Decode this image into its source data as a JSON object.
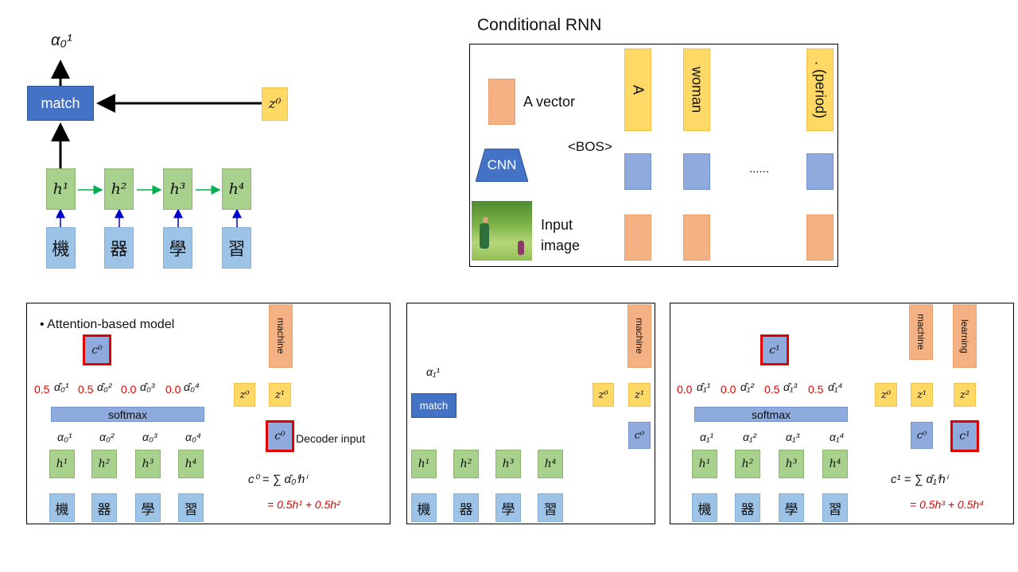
{
  "top_left": {
    "alpha_label": "α₀¹",
    "match_label": "match",
    "z_label": "z⁰",
    "h_labels": [
      "h¹",
      "h²",
      "h³",
      "h⁴"
    ],
    "chars": [
      "機",
      "器",
      "學",
      "習"
    ]
  },
  "conditional_rnn": {
    "title": "Conditional RNN",
    "vector_label": "A vector",
    "cnn_label": "CNN",
    "input_label_1": "Input",
    "input_label_2": "image",
    "bos_label": "<BOS>",
    "dots": "......",
    "words": [
      "A",
      "woman",
      ". (period)"
    ]
  },
  "panel_attention": {
    "bullet_title": "• Attention-based model",
    "c_label": "c⁰",
    "weights": [
      "0.5",
      "0.5",
      "0.0",
      "0.0"
    ],
    "alpha_hat": [
      "α̂₀¹",
      "α̂₀²",
      "α̂₀³",
      "α̂₀⁴"
    ],
    "softmax_label": "softmax",
    "alphas": [
      "α₀¹",
      "α₀²",
      "α₀³",
      "α₀⁴"
    ],
    "h_labels": [
      "h¹",
      "h²",
      "h³",
      "h⁴"
    ],
    "chars": [
      "機",
      "器",
      "學",
      "習"
    ],
    "output_word": "machine",
    "z0": "z⁰",
    "z1": "z¹",
    "decoder_c": "c⁰",
    "decoder_input_label": "Decoder input",
    "formula": "c⁰ = ∑ α̂₀ⁱhⁱ",
    "formula_result": "= 0.5h¹ + 0.5h²"
  },
  "panel_match": {
    "alpha_label": "α₁¹",
    "match_label": "match",
    "output_word": "machine",
    "z0": "z⁰",
    "z1": "z¹",
    "c0": "c⁰",
    "h_labels": [
      "h¹",
      "h²",
      "h³",
      "h⁴"
    ],
    "chars": [
      "機",
      "器",
      "學",
      "習"
    ]
  },
  "panel_attention2": {
    "c_label": "c¹",
    "weights": [
      "0.0",
      "0.0",
      "0.5",
      "0.5"
    ],
    "alpha_hat": [
      "α̂₁¹",
      "α̂₁²",
      "α̂₁³",
      "α̂₁⁴"
    ],
    "softmax_label": "softmax",
    "alphas": [
      "α₁¹",
      "α₁²",
      "α₁³",
      "α₁⁴"
    ],
    "h_labels": [
      "h¹",
      "h²",
      "h³",
      "h⁴"
    ],
    "chars": [
      "機",
      "器",
      "學",
      "習"
    ],
    "output_words": [
      "machine",
      "learning"
    ],
    "z0": "z⁰",
    "z1": "z¹",
    "z2": "z²",
    "c0": "c⁰",
    "c1": "c¹",
    "formula": "c¹ = ∑ α̂₁ⁱhⁱ",
    "formula_result": "= 0.5h³ + 0.5h⁴"
  },
  "colors": {
    "green_arrow": "#00b050",
    "blue_arrow": "#0000cc",
    "red": "#e00000",
    "gold_arrow": "#ffc000"
  }
}
